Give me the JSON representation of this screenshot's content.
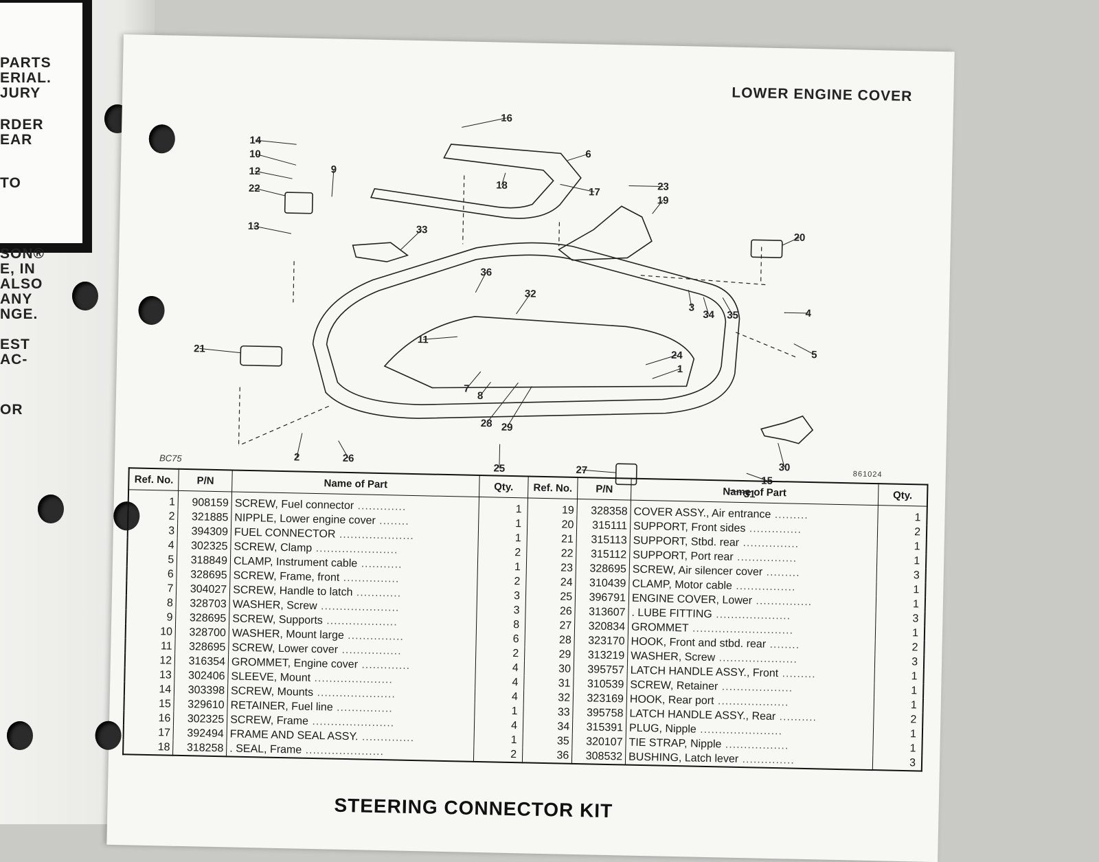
{
  "left_page": {
    "fragments": [
      "PARTS",
      "ERIAL.",
      "JURY",
      "RDER",
      "EAR",
      "TO",
      "SON®",
      "E, IN",
      "ALSO",
      "ANY",
      "NGE.",
      "EST",
      "AC-",
      "OR"
    ]
  },
  "page": {
    "title": "LOWER ENGINE COVER",
    "figure_code": "BC75",
    "figure_number": "861024",
    "section_title": "STEERING CONNECTOR KIT"
  },
  "diagram": {
    "callouts": [
      "1",
      "2",
      "3",
      "4",
      "5",
      "6",
      "7",
      "8",
      "9",
      "10",
      "11",
      "12",
      "13",
      "14",
      "15",
      "16",
      "17",
      "18",
      "19",
      "20",
      "21",
      "22",
      "23",
      "24",
      "25",
      "26",
      "27",
      "28",
      "29",
      "30",
      "31",
      "32",
      "33",
      "34",
      "35",
      "36"
    ]
  },
  "table": {
    "headers": [
      "Ref. No.",
      "P/N",
      "Name of Part",
      "Qty.",
      "Ref. No.",
      "P/N",
      "Name of Part",
      "Qty."
    ],
    "rows": [
      {
        "left": {
          "ref": "1",
          "pn": "908159",
          "name": "SCREW, Fuel connector",
          "qty": "1"
        },
        "right": {
          "ref": "19",
          "pn": "328358",
          "name": "COVER ASSY., Air entrance",
          "qty": "1"
        }
      },
      {
        "left": {
          "ref": "2",
          "pn": "321885",
          "name": "NIPPLE, Lower engine cover",
          "qty": "1"
        },
        "right": {
          "ref": "20",
          "pn": "315111",
          "name": "SUPPORT, Front sides",
          "qty": "2"
        }
      },
      {
        "left": {
          "ref": "3",
          "pn": "394309",
          "name": "FUEL CONNECTOR",
          "qty": "1"
        },
        "right": {
          "ref": "21",
          "pn": "315113",
          "name": "SUPPORT, Stbd. rear",
          "qty": "1"
        }
      },
      {
        "left": {
          "ref": "4",
          "pn": "302325",
          "name": "SCREW, Clamp",
          "qty": "2"
        },
        "right": {
          "ref": "22",
          "pn": "315112",
          "name": "SUPPORT, Port rear",
          "qty": "1"
        }
      },
      {
        "left": {
          "ref": "5",
          "pn": "318849",
          "name": "CLAMP, Instrument cable",
          "qty": "1"
        },
        "right": {
          "ref": "23",
          "pn": "328695",
          "name": "SCREW, Air silencer cover",
          "qty": "3"
        }
      },
      {
        "left": {
          "ref": "6",
          "pn": "328695",
          "name": "SCREW, Frame, front",
          "qty": "2"
        },
        "right": {
          "ref": "24",
          "pn": "310439",
          "name": "CLAMP, Motor cable",
          "qty": "1"
        }
      },
      {
        "left": {
          "ref": "7",
          "pn": "304027",
          "name": "SCREW, Handle to latch",
          "qty": "3"
        },
        "right": {
          "ref": "25",
          "pn": "396791",
          "name": "ENGINE COVER, Lower",
          "qty": "1"
        }
      },
      {
        "left": {
          "ref": "8",
          "pn": "328703",
          "name": "WASHER, Screw",
          "qty": "3"
        },
        "right": {
          "ref": "26",
          "pn": "313607",
          "name": ". LUBE FITTING",
          "qty": "3"
        }
      },
      {
        "left": {
          "ref": "9",
          "pn": "328695",
          "name": "SCREW, Supports",
          "qty": "8"
        },
        "right": {
          "ref": "27",
          "pn": "320834",
          "name": "GROMMET",
          "qty": "1"
        }
      },
      {
        "left": {
          "ref": "10",
          "pn": "328700",
          "name": "WASHER, Mount large",
          "qty": "6"
        },
        "right": {
          "ref": "28",
          "pn": "323170",
          "name": "HOOK, Front and stbd. rear",
          "qty": "2"
        }
      },
      {
        "left": {
          "ref": "11",
          "pn": "328695",
          "name": "SCREW, Lower cover",
          "qty": "2"
        },
        "right": {
          "ref": "29",
          "pn": "313219",
          "name": "WASHER, Screw",
          "qty": "3"
        }
      },
      {
        "left": {
          "ref": "12",
          "pn": "316354",
          "name": "GROMMET, Engine cover",
          "qty": "4"
        },
        "right": {
          "ref": "30",
          "pn": "395757",
          "name": "LATCH HANDLE ASSY., Front",
          "qty": "1"
        }
      },
      {
        "left": {
          "ref": "13",
          "pn": "302406",
          "name": "SLEEVE, Mount",
          "qty": "4"
        },
        "right": {
          "ref": "31",
          "pn": "310539",
          "name": "SCREW, Retainer",
          "qty": "1"
        }
      },
      {
        "left": {
          "ref": "14",
          "pn": "303398",
          "name": "SCREW, Mounts",
          "qty": "4"
        },
        "right": {
          "ref": "32",
          "pn": "323169",
          "name": "HOOK, Rear port",
          "qty": "1"
        }
      },
      {
        "left": {
          "ref": "15",
          "pn": "329610",
          "name": "RETAINER, Fuel line",
          "qty": "1"
        },
        "right": {
          "ref": "33",
          "pn": "395758",
          "name": "LATCH HANDLE ASSY., Rear",
          "qty": "2"
        }
      },
      {
        "left": {
          "ref": "16",
          "pn": "302325",
          "name": "SCREW, Frame",
          "qty": "4"
        },
        "right": {
          "ref": "34",
          "pn": "315391",
          "name": "PLUG, Nipple",
          "qty": "1"
        }
      },
      {
        "left": {
          "ref": "17",
          "pn": "392494",
          "name": "FRAME AND SEAL ASSY.",
          "qty": "1"
        },
        "right": {
          "ref": "35",
          "pn": "320107",
          "name": "TIE STRAP, Nipple",
          "qty": "1"
        }
      },
      {
        "left": {
          "ref": "18",
          "pn": "318258",
          "name": ". SEAL, Frame",
          "qty": "2"
        },
        "right": {
          "ref": "36",
          "pn": "308532",
          "name": "BUSHING, Latch lever",
          "qty": "3"
        }
      }
    ]
  }
}
